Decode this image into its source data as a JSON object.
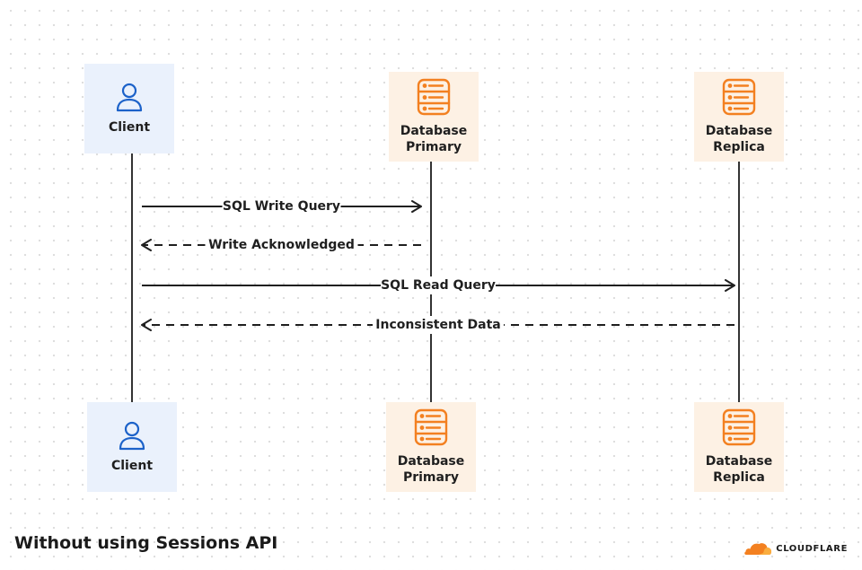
{
  "actors": {
    "client": {
      "label": "Client"
    },
    "primary": {
      "label": "Database\nPrimary"
    },
    "replica": {
      "label": "Database\nReplica"
    }
  },
  "messages": [
    {
      "from": "client",
      "to": "primary",
      "label": "SQL Write Query",
      "style": "solid"
    },
    {
      "from": "primary",
      "to": "client",
      "label": "Write Acknowledged",
      "style": "dashed"
    },
    {
      "from": "client",
      "to": "replica",
      "label": "SQL Read Query",
      "style": "solid"
    },
    {
      "from": "replica",
      "to": "client",
      "label": "Inconsistent Data",
      "style": "dashed"
    }
  ],
  "footer": {
    "title": "Without using Sessions API"
  },
  "brand": {
    "name": "CLOUDFLARE"
  },
  "colors": {
    "client_bg": "#eaf1fc",
    "client_icon": "#1c62c9",
    "db_bg": "#fdf1e4",
    "db_icon": "#f38020",
    "brand_orange": "#f38020",
    "line": "#1f1f1f"
  }
}
